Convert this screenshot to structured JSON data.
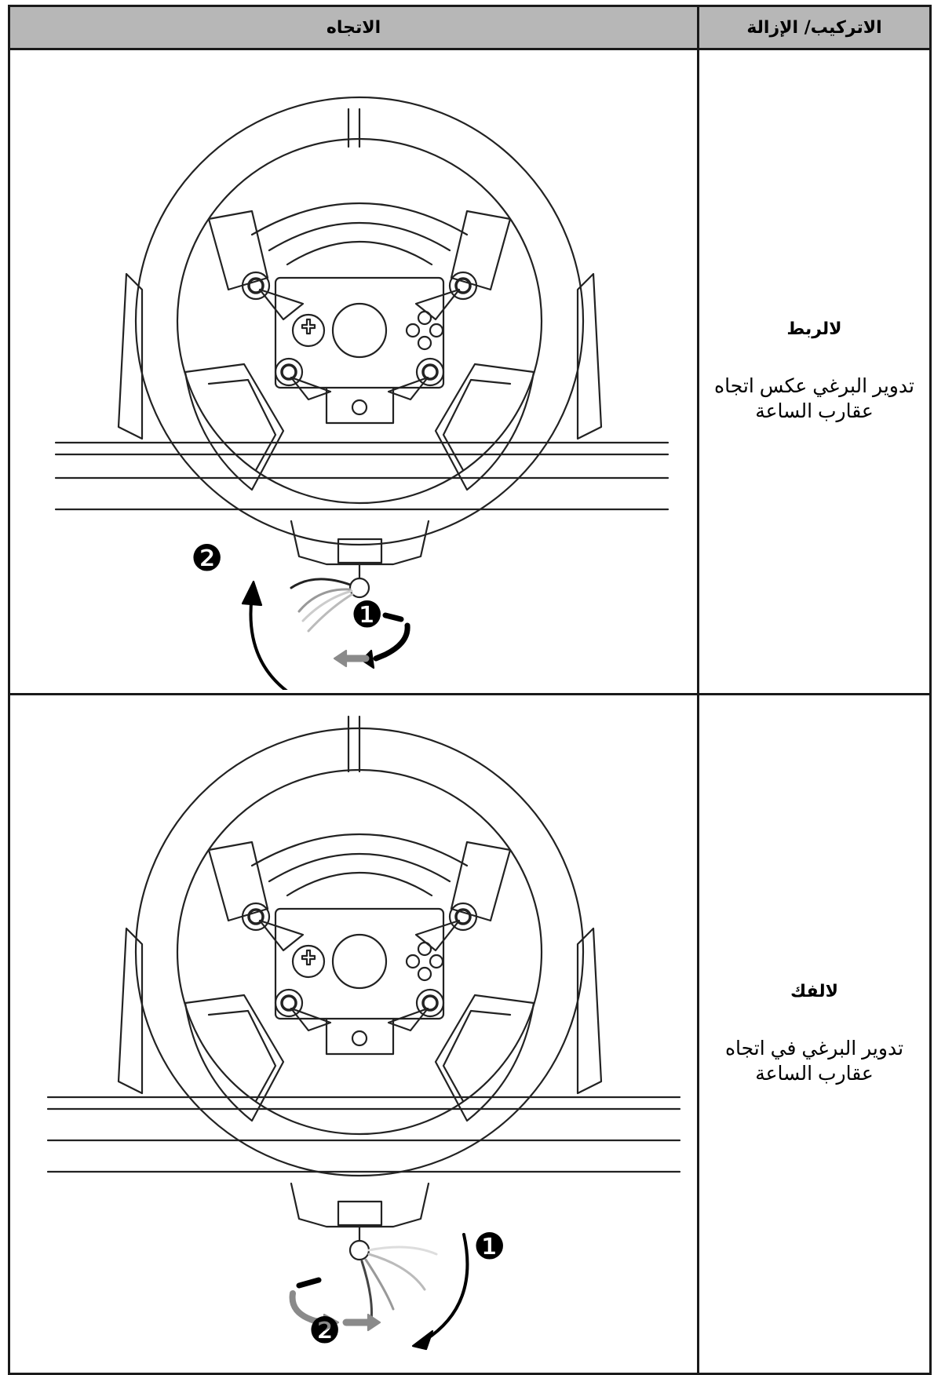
{
  "header": {
    "direction_col": "الاتجاه",
    "action_col": "الاتركيب/ الإزالة"
  },
  "rows": [
    {
      "title": "لالربط",
      "desc_line1": "تدوير البرغي عكس اتجاه",
      "desc_line2": "عقارب الساعة",
      "steps": [
        "❷",
        "❶"
      ]
    },
    {
      "title": "لالفك",
      "desc_line1": "تدوير البرغي في اتجاه",
      "desc_line2": "عقارب الساعة",
      "steps": [
        "❶",
        "❷"
      ]
    }
  ],
  "colors": {
    "header_bg": "#b7b7b7",
    "border": "#1a1a1a",
    "arrow_gray": "#8a8a8a"
  }
}
